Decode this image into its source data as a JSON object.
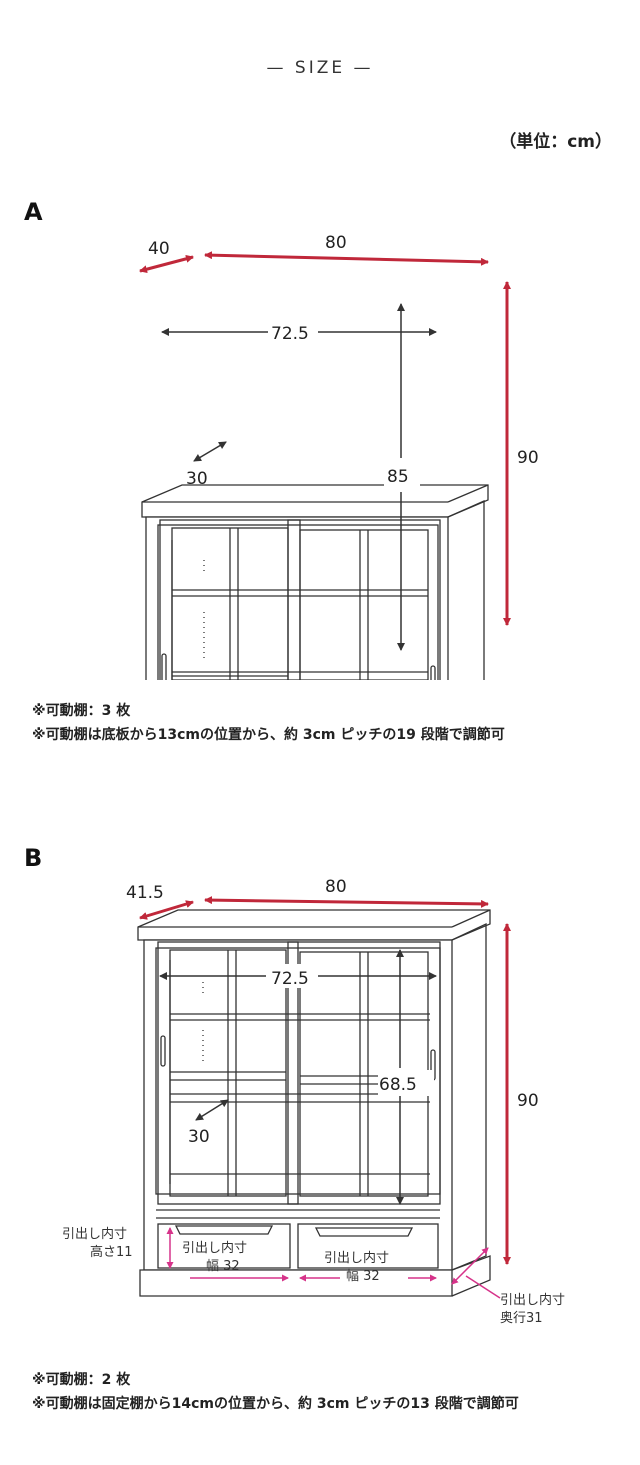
{
  "heading": "— SIZE —",
  "unit": "（単位：cm）",
  "colors": {
    "dimension": "#c0283a",
    "drawer_dimension": "#d6338a",
    "line": "#333333"
  },
  "sections": {
    "a": {
      "label": "A",
      "depth": "40",
      "width": "80",
      "height": "90",
      "inner_width": "72.5",
      "shelf_depth": "30",
      "inner_height": "85",
      "notes": [
        "※可動棚：3 枚",
        "※可動棚は底板から13cmの位置から、約 3cm ピッチの19 段階で調節可"
      ]
    },
    "b": {
      "label": "B",
      "depth": "41.5",
      "width": "80",
      "height": "90",
      "inner_width": "72.5",
      "shelf_depth": "30",
      "inner_height": "68.5",
      "drawer_height_l1": "引出し内寸",
      "drawer_height_l2": "高さ11",
      "drawer_width_left_l1": "引出し内寸",
      "drawer_width_left_l2": "幅 32",
      "drawer_width_right_l1": "引出し内寸",
      "drawer_width_right_l2": "幅 32",
      "drawer_depth_l1": "引出し内寸",
      "drawer_depth_l2": "奥行31",
      "notes": [
        "※可動棚：2 枚",
        "※可動棚は固定棚から14cmの位置から、約 3cm ピッチの13 段階で調節可"
      ]
    }
  }
}
